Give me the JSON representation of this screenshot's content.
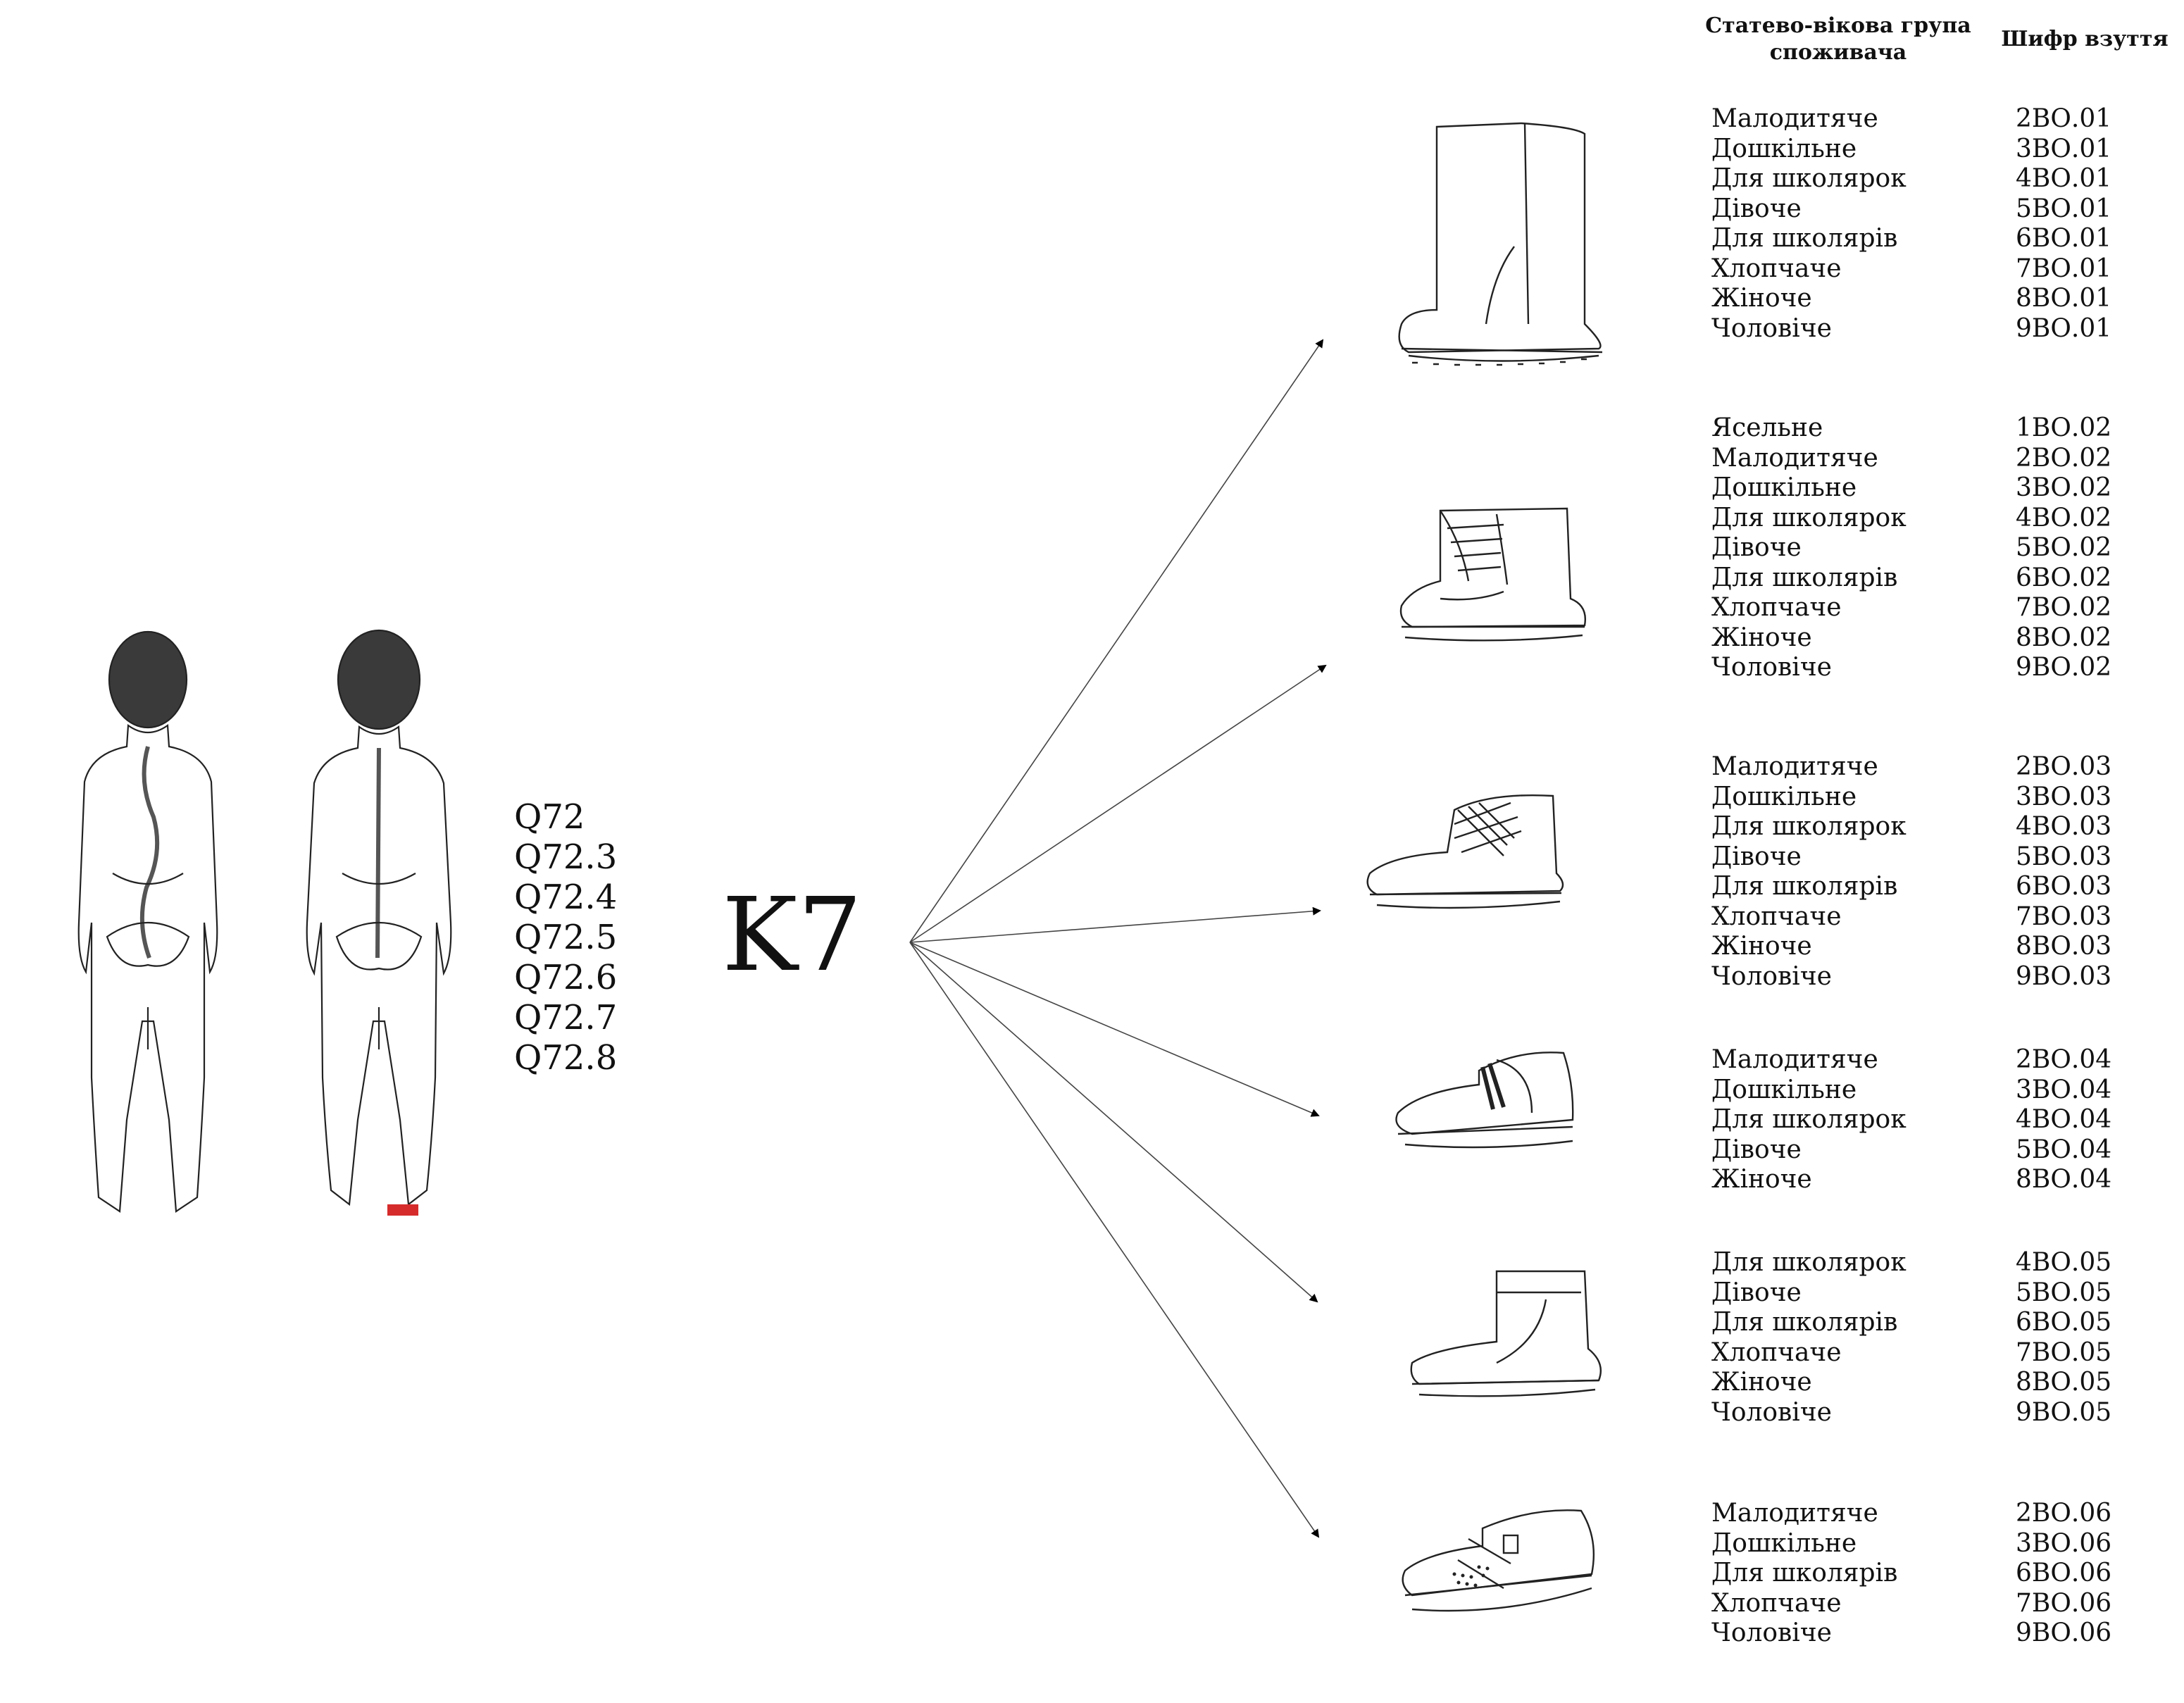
{
  "headers": {
    "group": "Статево-вікова група споживача",
    "code": "Шифр взуття"
  },
  "diagnosis_codes": [
    "Q72",
    "Q72.3",
    "Q72.4",
    "Q72.5",
    "Q72.6",
    "Q72.7",
    "Q72.8"
  ],
  "center_label": "K7",
  "accent_color": "#d62b2b",
  "footwear_types": [
    {
      "icon": "tall-boot-icon",
      "rows": [
        {
          "group": "Малодитяче",
          "code": "2ВО.01"
        },
        {
          "group": "Дошкільне",
          "code": "3ВО.01"
        },
        {
          "group": "Для школярок",
          "code": "4ВО.01"
        },
        {
          "group": "Дівоче",
          "code": "5ВО.01"
        },
        {
          "group": "Для школярів",
          "code": "6ВО.01"
        },
        {
          "group": "Хлопчаче",
          "code": "7ВО.01"
        },
        {
          "group": "Жіноче",
          "code": "8ВО.01"
        },
        {
          "group": "Чоловіче",
          "code": "9ВО.01"
        }
      ]
    },
    {
      "icon": "laced-ankle-boot-icon",
      "rows": [
        {
          "group": "Ясельне",
          "code": "1ВО.02"
        },
        {
          "group": "Малодитяче",
          "code": "2ВО.02"
        },
        {
          "group": "Дошкільне",
          "code": "3ВО.02"
        },
        {
          "group": "Для школярок",
          "code": "4ВО.02"
        },
        {
          "group": "Дівоче",
          "code": "5ВО.02"
        },
        {
          "group": "Для школярів",
          "code": "6ВО.02"
        },
        {
          "group": "Хлопчаче",
          "code": "7ВО.02"
        },
        {
          "group": "Жіноче",
          "code": "8ВО.02"
        },
        {
          "group": "Чоловіче",
          "code": "9ВО.02"
        }
      ]
    },
    {
      "icon": "lace-up-shoe-icon",
      "rows": [
        {
          "group": "Малодитяче",
          "code": "2ВО.03"
        },
        {
          "group": "Дошкільне",
          "code": "3ВО.03"
        },
        {
          "group": "Для школярок",
          "code": "4ВО.03"
        },
        {
          "group": "Дівоче",
          "code": "5ВО.03"
        },
        {
          "group": "Для школярів",
          "code": "6ВО.03"
        },
        {
          "group": "Хлопчаче",
          "code": "7ВО.03"
        },
        {
          "group": "Жіноче",
          "code": "8ВО.03"
        },
        {
          "group": "Чоловіче",
          "code": "9ВО.03"
        }
      ]
    },
    {
      "icon": "slip-on-loafer-icon",
      "rows": [
        {
          "group": "Малодитяче",
          "code": "2ВО.04"
        },
        {
          "group": "Дошкільне",
          "code": "3ВО.04"
        },
        {
          "group": "Для школярок",
          "code": "4ВО.04"
        },
        {
          "group": "Дівоче",
          "code": "5ВО.04"
        },
        {
          "group": "Жіноче",
          "code": "8ВО.04"
        }
      ]
    },
    {
      "icon": "zip-ankle-boot-icon",
      "rows": [
        {
          "group": "Для школярок",
          "code": "4ВО.05"
        },
        {
          "group": "Дівоче",
          "code": "5ВО.05"
        },
        {
          "group": "Для школярів",
          "code": "6ВО.05"
        },
        {
          "group": "Хлопчаче",
          "code": "7ВО.05"
        },
        {
          "group": "Жіноче",
          "code": "8ВО.05"
        },
        {
          "group": "Чоловіче",
          "code": "9ВО.05"
        }
      ]
    },
    {
      "icon": "perforated-strap-shoe-icon",
      "rows": [
        {
          "group": "Малодитяче",
          "code": "2ВО.06"
        },
        {
          "group": "Дошкільне",
          "code": "3ВО.06"
        },
        {
          "group": "Для школярів",
          "code": "6ВО.06"
        },
        {
          "group": "Хлопчаче",
          "code": "7ВО.06"
        },
        {
          "group": "Чоловіче",
          "code": "9ВО.06"
        }
      ]
    }
  ]
}
